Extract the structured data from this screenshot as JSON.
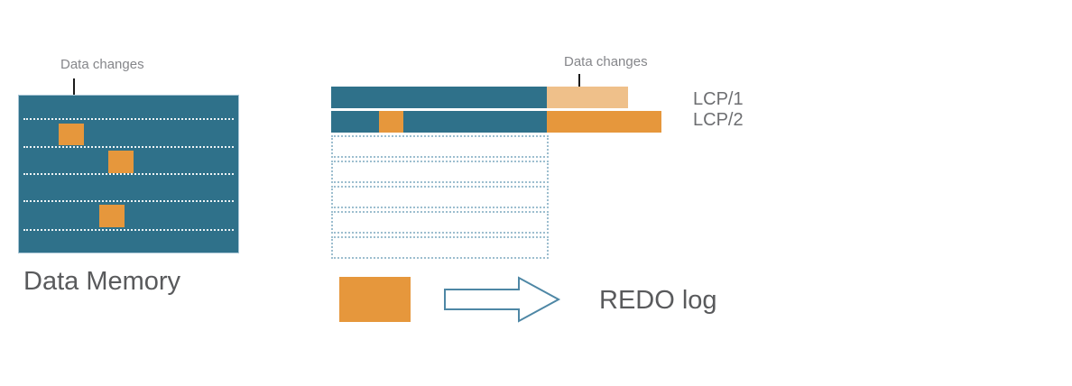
{
  "diagram": {
    "left": {
      "annotation": "Data changes",
      "title": "Data Memory"
    },
    "right": {
      "annotation": "Data changes",
      "bars": [
        {
          "label": "LCP/1"
        },
        {
          "label": "LCP/2"
        }
      ],
      "empty_slot_count": 5
    },
    "legend": {
      "label": "REDO log"
    },
    "colors": {
      "teal": "#2f718a",
      "orange": "#e6973c",
      "light_orange": "#efc08a",
      "dashed_border": "#9dbecf",
      "block_arrow_stroke": "#4e87a5",
      "annotation_text": "#85868a",
      "title_text": "#595a5c",
      "lcp_label_text": "#6d6e71",
      "pointer_arrow": "#1b1b1b"
    }
  }
}
